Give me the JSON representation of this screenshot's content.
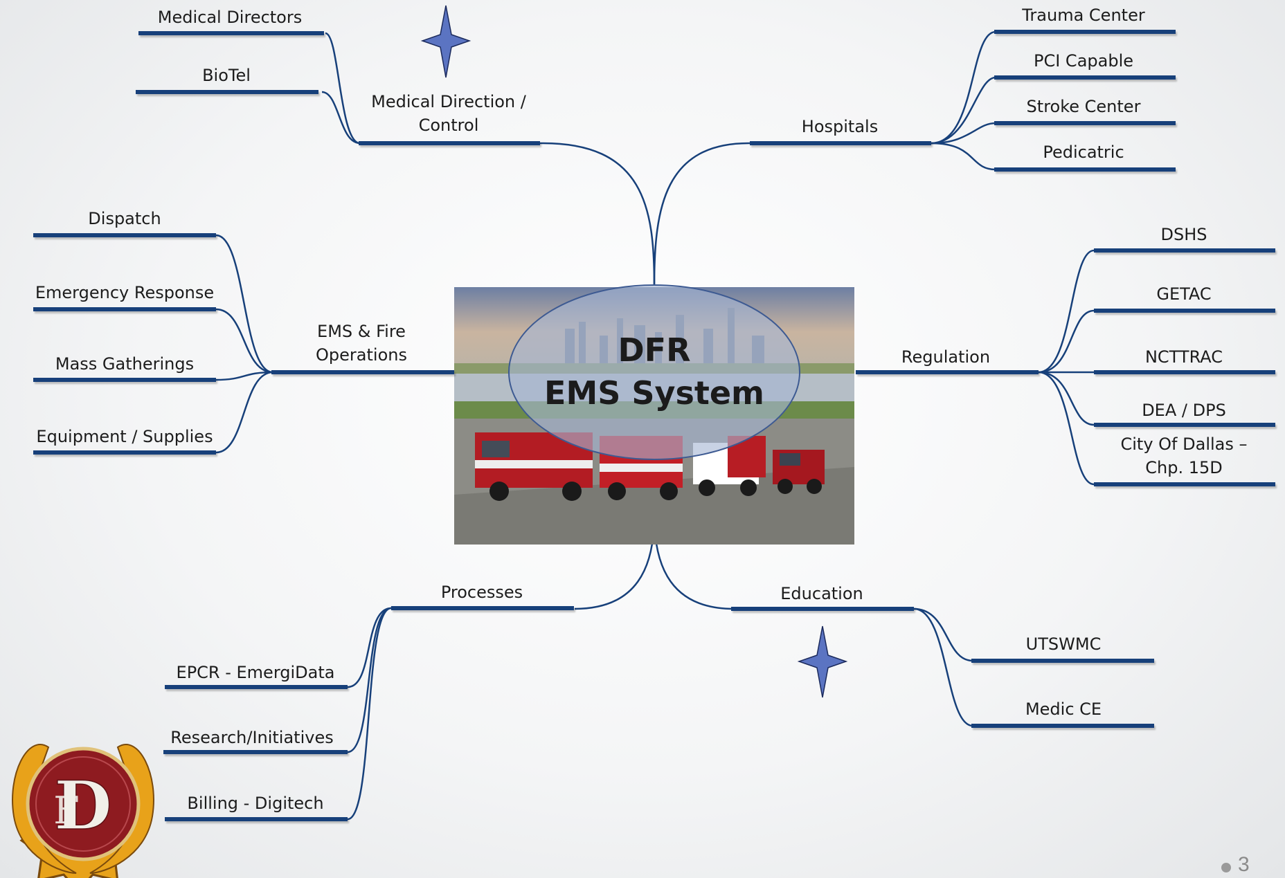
{
  "center": {
    "title_line1": "DFR",
    "title_line2": "EMS System"
  },
  "branches": {
    "medical_direction": {
      "label_line1": "Medical Direction /",
      "label_line2": "Control",
      "children": [
        "Medical Directors",
        "BioTel"
      ]
    },
    "hospitals": {
      "label": "Hospitals",
      "children": [
        "Trauma Center",
        "PCI Capable",
        "Stroke Center",
        "Pedicatric"
      ]
    },
    "ems_fire": {
      "label_line1": "EMS & Fire",
      "label_line2": "Operations",
      "children": [
        "Dispatch",
        "Emergency Response",
        "Mass Gatherings",
        "Equipment / Supplies"
      ]
    },
    "regulation": {
      "label": "Regulation",
      "children": [
        "DSHS",
        "GETAC",
        "NCTTRAC",
        "DEA / DPS"
      ],
      "last_child_line1": "City Of Dallas –",
      "last_child_line2": "Chp. 15D"
    },
    "processes": {
      "label": "Processes",
      "children": [
        "EPCR - EmergiData",
        "Research/Initiatives",
        "Billing - Digitech"
      ]
    },
    "education": {
      "label": "Education",
      "children": [
        "UTSWMC",
        "Medic CE"
      ]
    }
  },
  "colors": {
    "line": "#17407a",
    "star": "#5b74c2",
    "ellipse_fill": "#a7b7d4",
    "logo_red": "#8e1b20",
    "logo_gold": "#e8a21a"
  },
  "icons": [
    "compass-star-icon",
    "dfd-logo-icon"
  ],
  "page_number": "3"
}
